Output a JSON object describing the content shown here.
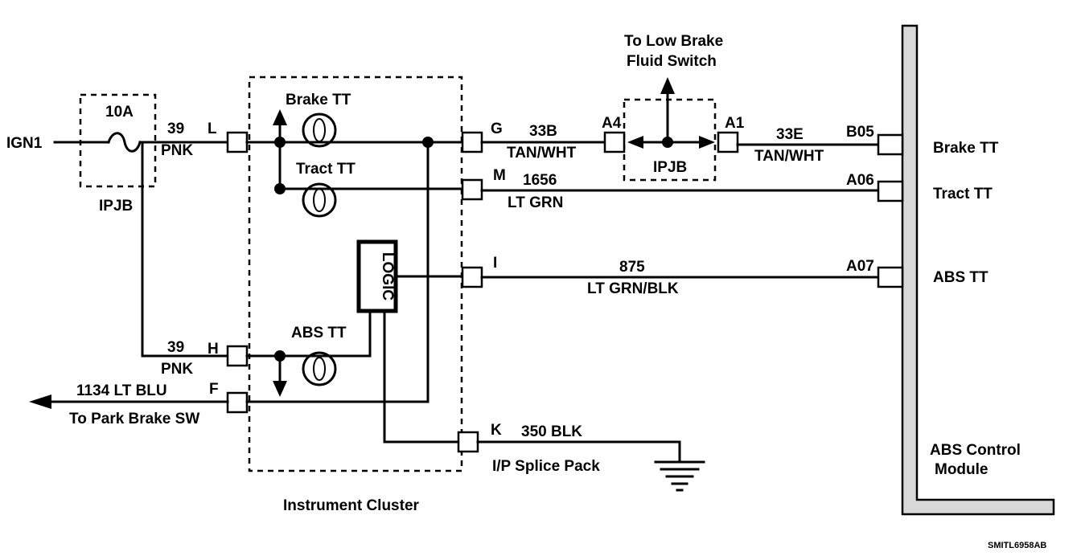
{
  "source": "IGN1",
  "fuse": {
    "rating": "10A",
    "box": "IPJB"
  },
  "cluster": {
    "title": "Instrument Cluster",
    "logic": "LOGIC",
    "lamps": {
      "brake": "Brake TT",
      "tract": "Tract TT",
      "abs": "ABS TT"
    },
    "pins": {
      "L": "L",
      "H": "H",
      "F": "F",
      "G": "G",
      "M": "M",
      "I": "I",
      "K": "K"
    }
  },
  "wires": {
    "w39_top": {
      "num": "39",
      "color": "PNK"
    },
    "w39_bot": {
      "num": "39",
      "color": "PNK"
    },
    "w1134": {
      "label": "1134 LT BLU",
      "dest": "To Park Brake SW"
    },
    "w33B": {
      "num": "33B",
      "color": "TAN/WHT"
    },
    "w33E": {
      "num": "33E",
      "color": "TAN/WHT"
    },
    "w1656": {
      "num": "1656",
      "color": "LT GRN"
    },
    "w875": {
      "num": "875",
      "color": "LT GRN/BLK"
    },
    "w350": {
      "label": "350 BLK",
      "dest": "I/P Splice Pack"
    }
  },
  "ipjb2": {
    "name": "IPJB",
    "pin_a4": "A4",
    "pin_a1": "A1",
    "up_line1": "To Low Brake",
    "up_line2": "Fluid Switch"
  },
  "module": {
    "name_line1": "ABS Control",
    "name_line2": "Module",
    "pins": {
      "b05": "B05",
      "a06": "A06",
      "a07": "A07"
    },
    "signals": {
      "brake": "Brake TT",
      "tract": "Tract TT",
      "abs": "ABS TT"
    }
  },
  "figure_id": "SMITL6958AB"
}
